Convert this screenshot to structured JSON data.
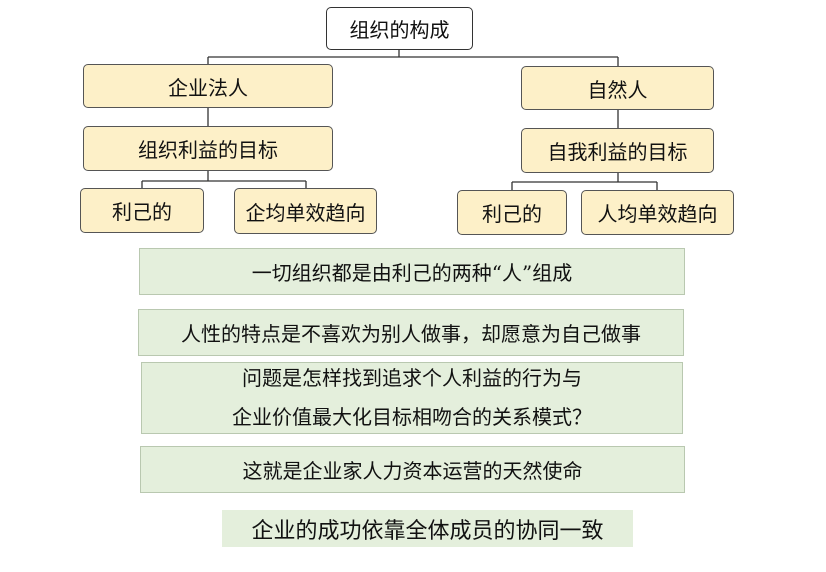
{
  "root": "组织的构成",
  "left": {
    "title": "企业法人",
    "goal": "组织利益的目标",
    "children": [
      "利己的",
      "企均单效趋向"
    ]
  },
  "right": {
    "title": "自然人",
    "goal": "自我利益的目标",
    "children": [
      "利己的",
      "人均单效趋向"
    ]
  },
  "statements": {
    "s1": "一切组织都是由利己的两种“人”组成",
    "s2": "人性的特点是不喜欢为别人做事，却愿意为自己做事",
    "s3_line1": "问题是怎样找到追求个人利益的行为与",
    "s3_line2": "企业价值最大化目标相吻合的关系模式？",
    "s4": "这就是企业家人力资本运营的天然使命"
  },
  "conclusion": "企业的成功依靠全体成员的协同一致",
  "colors": {
    "node_fill": "#fdf0c8",
    "band_fill": "#e4efdc"
  }
}
